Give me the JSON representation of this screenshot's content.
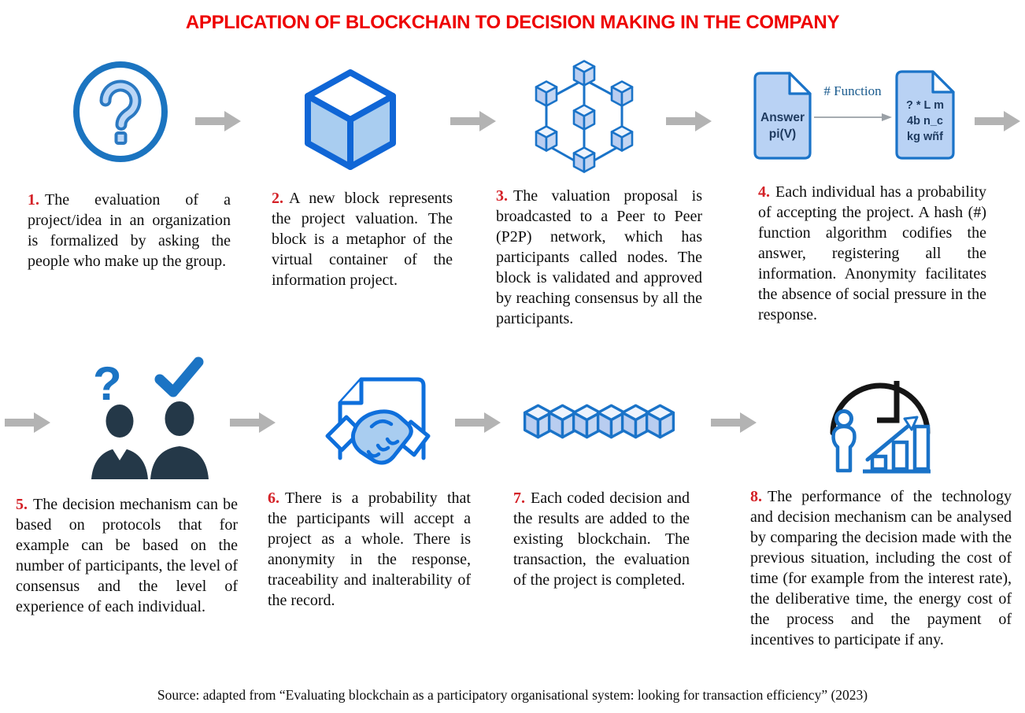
{
  "title": "APPLICATION OF BLOCKCHAIN TO DECISION MAKING IN THE COMPANY",
  "steps": [
    {
      "number": "1.",
      "icon": "question-circle-icon",
      "text": "The evaluation of a project/idea in an organization is formalized by asking the people who make up the group."
    },
    {
      "number": "2.",
      "icon": "block-cube-icon",
      "text": "A new block represents the project valuation. The block is a metaphor of the virtual container of the information project."
    },
    {
      "number": "3.",
      "icon": "p2p-network-icon",
      "text": "The valuation proposal is broadcasted to a Peer to Peer (P2P) network, which has participants called nodes. The block is validated and approved by reaching consensus by all the participants."
    },
    {
      "number": "4.",
      "icon": "hash-function-documents-icon",
      "text": "Each individual has a probability of accepting the project. A hash (#) function algorithm codifies the answer, registering all the information. Anonymity facilitates the absence of social pressure in the response."
    },
    {
      "number": "5.",
      "icon": "voting-people-icon",
      "text": "The decision mechanism can be based on protocols that for example can be based on the number of participants, the level of consensus and the level of experience of each individual."
    },
    {
      "number": "6.",
      "icon": "agreement-handshake-icon",
      "text": "There is a probability that the participants will accept a project as a whole. There is anonymity in the response, traceability and inalterability of the record."
    },
    {
      "number": "7.",
      "icon": "blockchain-cubes-icon",
      "text": "Each coded decision and the results are added to the existing blockchain. The transaction, the evaluation of the project is completed."
    },
    {
      "number": "8.",
      "icon": "performance-clock-chart-icon",
      "text": "The performance of the technology and decision mechanism can be analysed by comparing the decision made with the previous situation, including the cost of time (for example from the interest rate), the deliberative time, the energy cost of the process and the payment of incentives to participate if any."
    }
  ],
  "hash_section": {
    "function_label": "# Function",
    "answer_document": {
      "line1": "Answer",
      "line2": "pi(V)"
    },
    "coded_document": {
      "line1": "? * L m",
      "line2": "4b n_c",
      "line3": "kg wñf"
    }
  },
  "glyphs": {
    "question_mark": "?"
  },
  "source": "Source: adapted from “Evaluating blockchain as a participatory organisational system: looking for transaction efficiency” (2023)",
  "colors": {
    "title_red": "#EE0000",
    "step_number_red": "#D42127",
    "icon_blue": "#1A73C8",
    "icon_blue_bright": "#1066D6",
    "icon_fill_light_blue": "#A9CDF0",
    "document_fill": "#B9D2F4",
    "people_navy": "#243848",
    "arrow_gray": "#B3B3B3",
    "clock_black": "#151515",
    "hash_label_blue": "#1A5B8E"
  }
}
